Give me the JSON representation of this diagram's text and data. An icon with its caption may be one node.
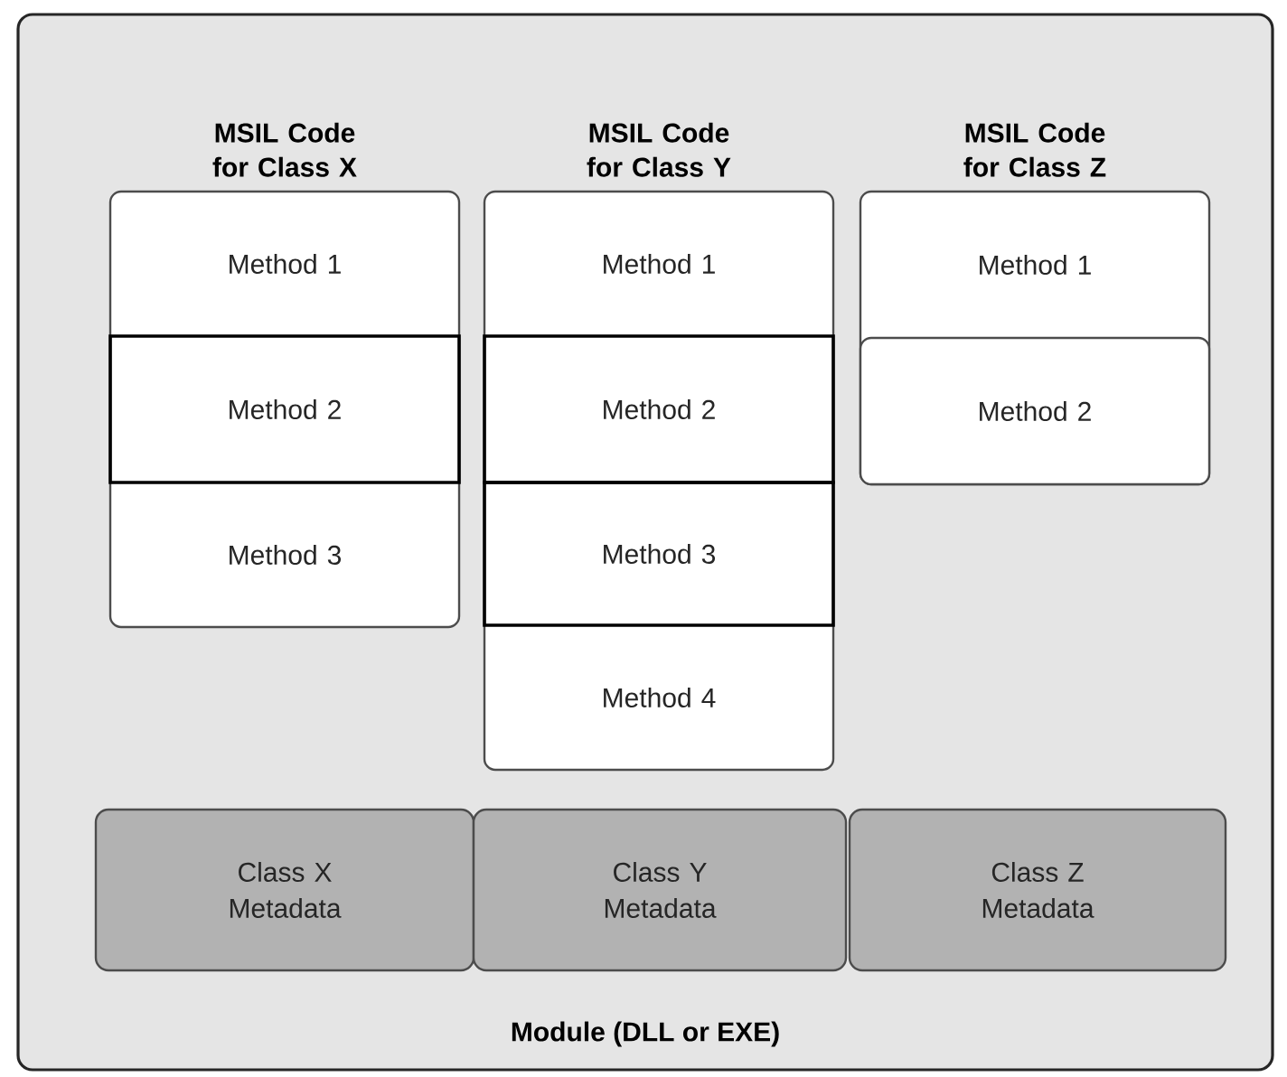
{
  "diagram": {
    "nodes": [
      {
        "text": [
          "Module (DLL or EXE)"
        ]
      },
      {
        "text": [
          "MSIL Code for Class X"
        ],
        "in": 0
      },
      {
        "text": [
          "Method 1"
        ],
        "in": 1
      },
      {
        "text": [
          "Method 2"
        ],
        "in": 1
      },
      {
        "text": [
          "Method 3"
        ],
        "in": 1
      },
      {
        "text": [
          "MSIL Code for Class Y"
        ],
        "in": 0
      },
      {
        "text": [
          "Method 1"
        ],
        "in": 5
      },
      {
        "text": [
          "Method 2"
        ],
        "in": 5
      },
      {
        "text": [
          "Method 3"
        ],
        "in": 5
      },
      {
        "text": [
          "Method 4"
        ],
        "in": 5
      },
      {
        "text": [
          "MSIL Code for Class Z"
        ],
        "in": 0
      },
      {
        "text": [
          "Method 1"
        ],
        "in": 10
      },
      {
        "text": [
          "Method 2"
        ],
        "in": 10
      },
      {
        "text": [
          "Class X Metadata"
        ],
        "in": 0
      },
      {
        "text": [
          "Class Y Metadata"
        ],
        "in": 0
      },
      {
        "text": [
          "Class Z Metadata"
        ],
        "in": 0
      }
    ]
  }
}
